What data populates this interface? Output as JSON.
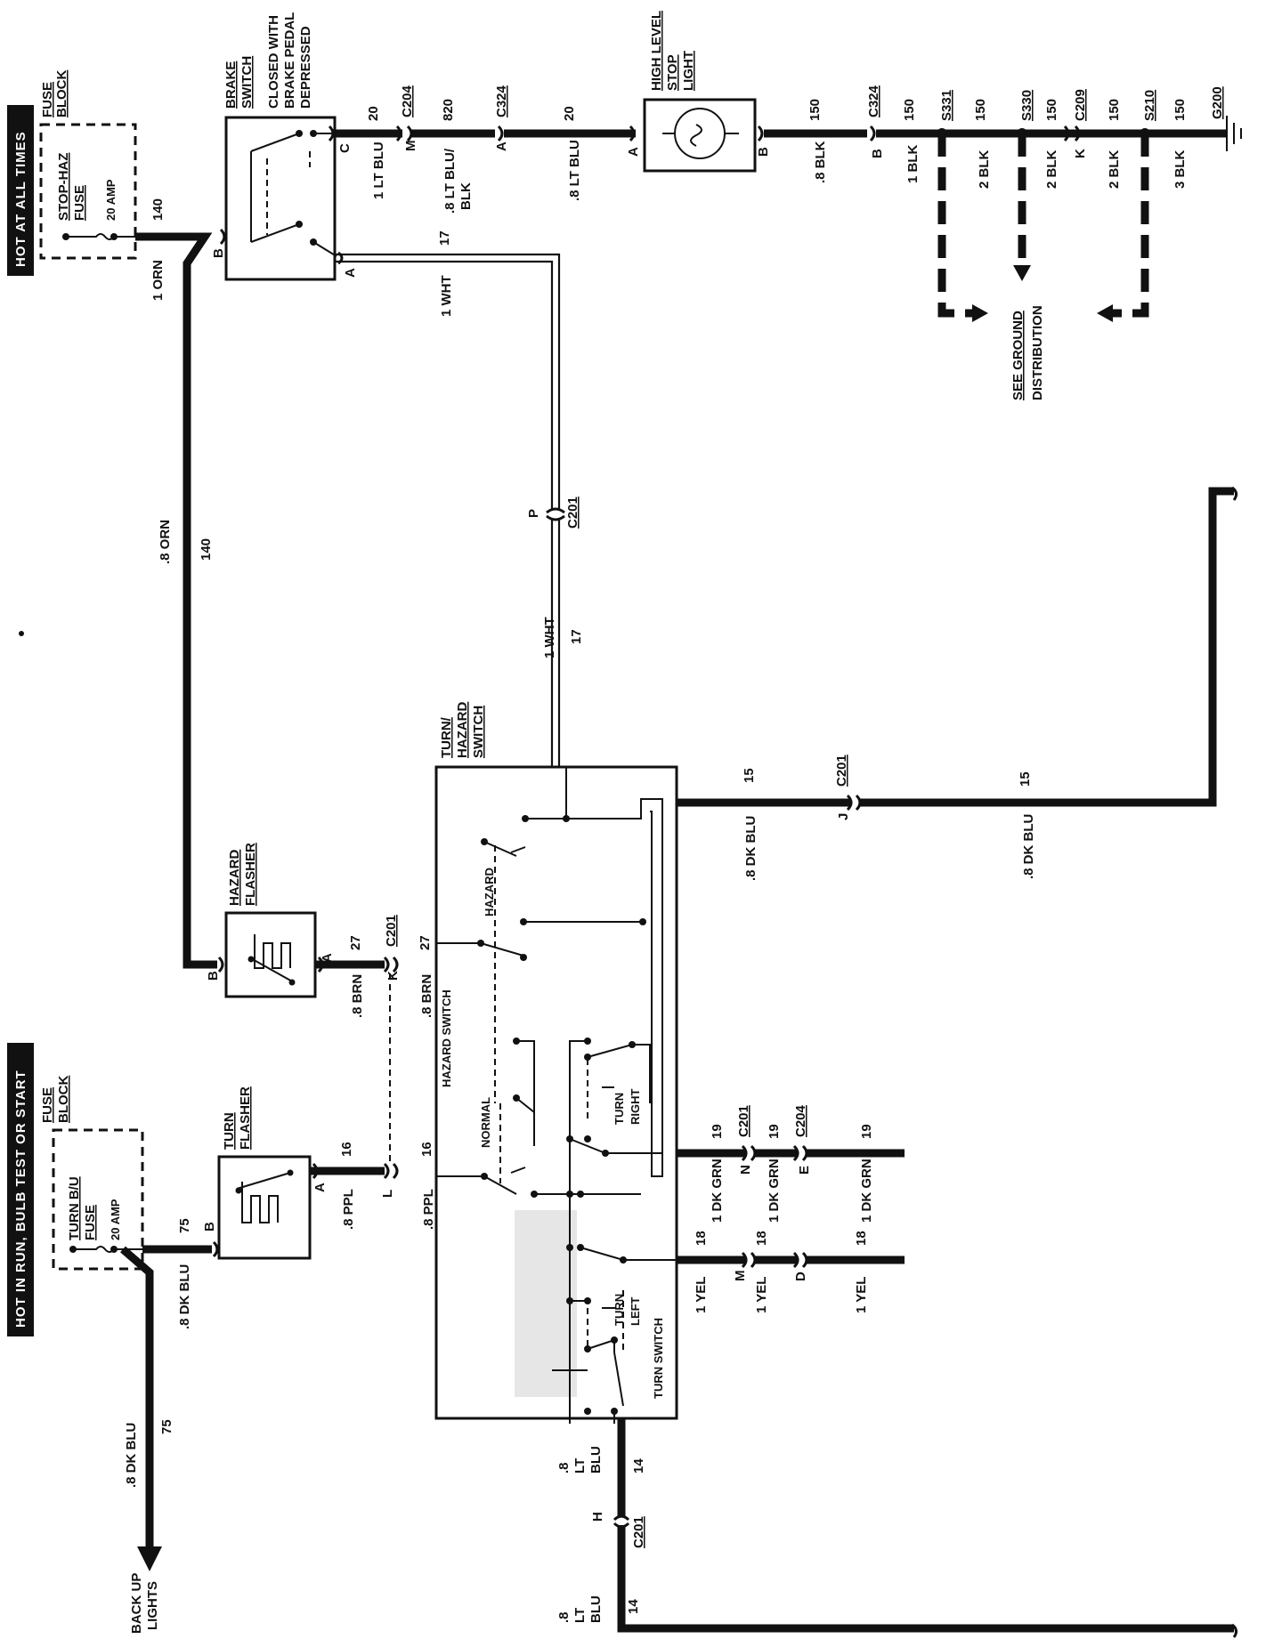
{
  "banners": {
    "hot_all_times": "HOT AT ALL TIMES",
    "hot_run": "HOT IN RUN, BULB TEST OR START"
  },
  "fuse_block_top": {
    "title_line1": "FUSE",
    "title_line2": "BLOCK",
    "fuse_name_line1": "STOP-HAZ",
    "fuse_name_line2": "FUSE",
    "rating": "20 AMP"
  },
  "fuse_block_bottom": {
    "title_line1": "FUSE",
    "title_line2": "BLOCK",
    "fuse_name_line1": "TURN B/U",
    "fuse_name_line2": "FUSE",
    "rating": "20 AMP"
  },
  "brake_switch": {
    "title_line1": "BRAKE",
    "title_line2": "SWITCH",
    "note_line1": "CLOSED WITH",
    "note_line2": "BRAKE PEDAL",
    "note_line3": "DEPRESSED",
    "pin_c": "C",
    "pin_b": "B",
    "pin_a": "A"
  },
  "high_level_stop_light": {
    "line1": "HIGH LEVEL",
    "line2": "STOP",
    "line3": "LIGHT",
    "pin_a": "A",
    "pin_b": "B"
  },
  "hazard_flasher": {
    "line1": "HAZARD",
    "line2": "FLASHER",
    "pin_a": "A",
    "pin_b": "B"
  },
  "turn_flasher": {
    "line1": "TURN",
    "line2": "FLASHER",
    "pin_a": "A",
    "pin_b": "B"
  },
  "turn_hazard_switch": {
    "title_line1": "TURN/",
    "title_line2": "HAZARD",
    "title_line3": "SWITCH",
    "hazard": "HAZARD",
    "hazard_switch": "HAZARD SWITCH",
    "normal": "NORMAL",
    "turn_right_1": "TURN",
    "turn_right_2": "RIGHT",
    "turn_left_1": "TURN",
    "turn_left_2": "LEFT",
    "turn_switch": "TURN SWITCH"
  },
  "ground": {
    "see_1": "SEE GROUND",
    "see_2": "DISTRIBUTION",
    "g200": "G200",
    "s331": "S331",
    "s330": "S330",
    "s210": "S210",
    "c209": "C209",
    "c209_pin": "K"
  },
  "connectors": {
    "c204_top": "C204",
    "c204_top_pin": "M",
    "c324_top": "C324",
    "c324_top_pin": "A",
    "c324_right": "C324",
    "c324_right_pin": "B",
    "c201_p": "C201",
    "c201_p_pin": "P",
    "c201_k": "C201",
    "c201_k_pin": "K",
    "c201_l_pin": "L",
    "c201_j": "C201",
    "c201_j_pin": "J",
    "c201_n": "C201",
    "c201_n_pin": "N",
    "c201_m_pin": "M",
    "c204_e": "C204",
    "c204_e_pin": "E",
    "c204_d_pin": "D",
    "c201_h": "C201",
    "c201_h_pin": "H"
  },
  "wires": {
    "w140_a": "140",
    "w140_a_color": "1 ORN",
    "w140_b": "140",
    "w140_b_color": ".8 ORN",
    "w20_a": "20",
    "w20_a_color": "1 LT BLU",
    "w820": "820",
    "w820_color_1": ".8 LT BLU/",
    "w820_color_2": "BLK",
    "w20_b": "20",
    "w20_b_color": ".8 LT BLU",
    "w150_a": "150",
    "w150_a_color": ".8 BLK",
    "w150_b": "150",
    "w150_b_color": "1 BLK",
    "w150_c": "150",
    "w150_c_color": "2 BLK",
    "w150_d": "150",
    "w150_d_color": "2 BLK",
    "w150_e": "150",
    "w150_e_color": "2 BLK",
    "w150_f": "150",
    "w150_f_color": "3 BLK",
    "w17_a": "17",
    "w17_a_color": "1 WHT",
    "w17_b": "17",
    "w17_b_color": "1 WHT",
    "w15_a": "15",
    "w15_a_color": ".8 DK BLU",
    "w15_b": "15",
    "w15_b_color": ".8 DK BLU",
    "w27_a": "27",
    "w27_a_color": ".8 BRN",
    "w27_b": "27",
    "w27_b_color": ".8 BRN",
    "w16_a": "16",
    "w16_a_color": ".8 PPL",
    "w16_b": "16",
    "w16_b_color": ".8 PPL",
    "w75_a": "75",
    "w75_a_color": ".8 DK BLU",
    "w75_b": "75",
    "w75_b_color": ".8 DK BLU",
    "w19_a": "19",
    "w19_a_color": "1 DK GRN",
    "w19_b": "19",
    "w19_b_color": "1 DK GRN",
    "w19_c": "19",
    "w19_c_color": "1 DK GRN",
    "w18_a": "18",
    "w18_a_color": "1 YEL",
    "w18_b": "18",
    "w18_b_color": "1 YEL",
    "w18_c": "18",
    "w18_c_color": "1 YEL",
    "w14_a": "14",
    "w14_a_c1": ".8",
    "w14_a_c2": "LT",
    "w14_a_c3": "BLU",
    "w14_b": "14",
    "w14_b_c1": ".8",
    "w14_b_c2": "LT",
    "w14_b_c3": "BLU"
  },
  "destinations": {
    "backup_1": "BACK UP",
    "backup_2": "LIGHTS"
  }
}
